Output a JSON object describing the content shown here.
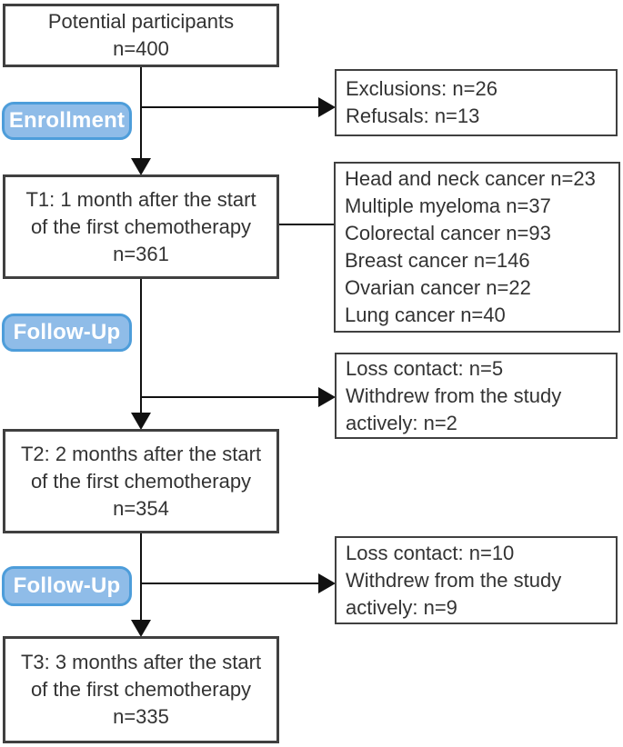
{
  "palette": {
    "badge_fill": "#8fbce8",
    "badge_border": "#4d9dda",
    "badge_text_color": "#ffffff",
    "box_border": "#404040",
    "text_color": "#333333",
    "line_color": "#111111",
    "background": "#ffffff"
  },
  "badges": {
    "enrollment": {
      "label": "Enrollment"
    },
    "followup_1": {
      "label": "Follow-Up"
    },
    "followup_2": {
      "label": "Follow-Up"
    }
  },
  "nodes": {
    "potential": {
      "lines": [
        "Potential participants",
        "n=400"
      ]
    },
    "exclusions": {
      "lines": [
        "Exclusions: n=26",
        "Refusals: n=13"
      ]
    },
    "t1": {
      "lines": [
        "T1: 1 month after the start",
        "of the first chemotherapy",
        "n=361"
      ]
    },
    "cancer_types": {
      "lines": [
        "Head and neck cancer n=23",
        "Multiple myeloma n=37",
        "Colorectal cancer n=93",
        "Breast cancer n=146",
        "Ovarian cancer n=22",
        "Lung cancer n=40"
      ]
    },
    "loss_1": {
      "lines": [
        "Loss contact: n=5",
        "Withdrew from the study",
        "actively: n=2"
      ]
    },
    "t2": {
      "lines": [
        "T2: 2 months after the start",
        "of the first chemotherapy",
        "n=354"
      ]
    },
    "loss_2": {
      "lines": [
        "Loss contact: n=10",
        "Withdrew from the study",
        "actively: n=9"
      ]
    },
    "t3": {
      "lines": [
        "T3: 3 months after the start",
        "of the first chemotherapy",
        "n=335"
      ]
    }
  }
}
